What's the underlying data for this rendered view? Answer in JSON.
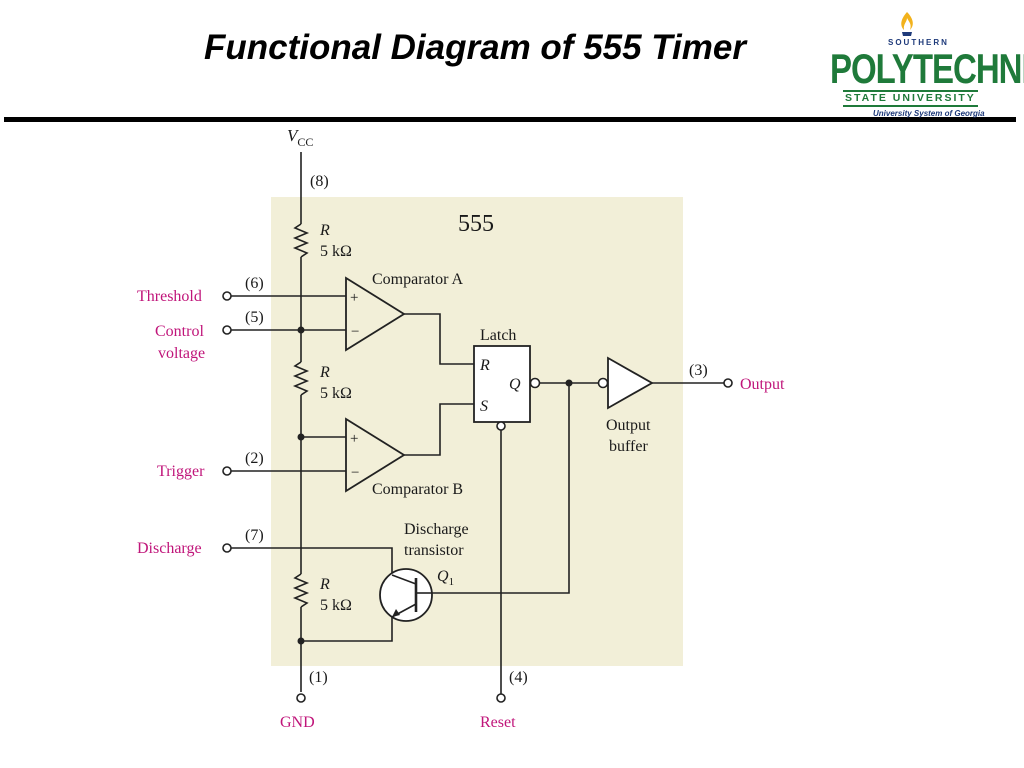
{
  "title": "Functional Diagram of 555 Timer",
  "logo": {
    "line1": "SOUTHERN",
    "line2": "POLYTECHNIC",
    "line3": "STATE UNIVERSITY",
    "line4": "University System of Georgia"
  },
  "diagram": {
    "chip_label": "555",
    "supply": "V",
    "supply_sub": "CC",
    "resistor_symbol": "R",
    "resistor_value": "5 kΩ",
    "comparator_a": "Comparator A",
    "comparator_b": "Comparator B",
    "latch": "Latch",
    "latch_r": "R",
    "latch_s": "S",
    "latch_q": "Q",
    "output_buffer_line1": "Output",
    "output_buffer_line2": "buffer",
    "discharge_transistor_line1": "Discharge",
    "discharge_transistor_line2": "transistor",
    "transistor_name": "Q",
    "transistor_sub": "1",
    "plus": "+",
    "minus": "−",
    "pins": {
      "vcc": "(8)",
      "threshold": "(6)",
      "control": "(5)",
      "trigger": "(2)",
      "discharge": "(7)",
      "gnd": "(1)",
      "reset": "(4)",
      "output": "(3)"
    },
    "terminals": {
      "threshold": "Threshold",
      "control_line1": "Control",
      "control_line2": "voltage",
      "trigger": "Trigger",
      "discharge": "Discharge",
      "gnd": "GND",
      "reset": "Reset",
      "output": "Output"
    },
    "colors": {
      "chip_fill": "#f2efd8",
      "terminal_text": "#c0157a",
      "logo_green": "#1f7a3a",
      "logo_blue": "#1e3a7a"
    }
  }
}
